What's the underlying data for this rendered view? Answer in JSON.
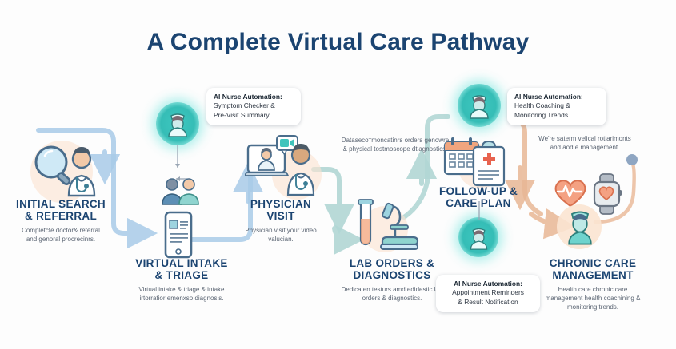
{
  "title": "A Complete Virtual Care Pathway",
  "stages": [
    {
      "id": "initial-search-referral",
      "title_line1": "INITIAL SEARCH",
      "title_line2": "& REFERRAL",
      "desc": "Completcte doctor& referral and genoral procrecinrs.",
      "icon": "magnifier-doctor-icon"
    },
    {
      "id": "virtual-intake-triage",
      "title_line1": "VIRTUAL INTAKE",
      "title_line2": "& TRIAGE",
      "desc": "Virtual intake & triage & intake irtorratior emenxso diagnosis.",
      "icon": "tablet-form-icon"
    },
    {
      "id": "physician-visit",
      "title_line1": "PHYSICIAN",
      "title_line2": "VISIT",
      "desc": "Physician visit your video valucian.",
      "icon": "video-call-doctor-icon"
    },
    {
      "id": "lab-orders-diagnostics",
      "title_line1": "LAB ORDERS &",
      "title_line2": "DIAGNOSTICS",
      "desc": "Dedicaten testurs amd edidestic lab orders & diagnostics.",
      "icon": "test-tube-microscope-icon"
    },
    {
      "id": "follow-up-care-plan",
      "title_line1": "FOLLOW-UP &",
      "title_line2": "CARE PLAN",
      "desc": "",
      "icon": "calendar-clipboard-icon"
    },
    {
      "id": "chronic-care-management",
      "title_line1": "CHRONIC CARE",
      "title_line2": "MANAGEMENT",
      "desc": "Health care chronic care management health coachining & monitoring trends.",
      "icon": "nurse-avatar-icon"
    }
  ],
  "callouts": [
    {
      "id": "ai-nurse-intake",
      "heading": "AI Nurse Automation:",
      "line1": "Symptom Checker &",
      "line2": "Pre-Visit Summary"
    },
    {
      "id": "ai-nurse-followup",
      "heading": "AI Nurse Automation:",
      "line1": "Health Coaching &",
      "line2": "Monitoring Trends"
    },
    {
      "id": "ai-nurse-lab",
      "heading": "AI Nurse Automation:",
      "line1": "Appointment Reminders",
      "line2": "& Result Notification"
    }
  ],
  "annotations": [
    {
      "id": "lab-annotation",
      "text": "Datasecoтmoncatinrs orders genowre & physical tostmoscope dtiagnostics."
    },
    {
      "id": "chronic-annotation",
      "text": "We're saterm velical rotiarimonts and aod e management."
    }
  ],
  "colors": {
    "title": "#1b4471",
    "stage_title": "#1b4471",
    "body_text": "#5a6472",
    "wire_blue": "#a9cbe8",
    "wire_teal": "#b5d8d6",
    "wire_peach": "#efc3a4",
    "badge_teal": "#35bdb6",
    "blob_peach": "#fbe4d2",
    "background": "#fdfdfd"
  }
}
